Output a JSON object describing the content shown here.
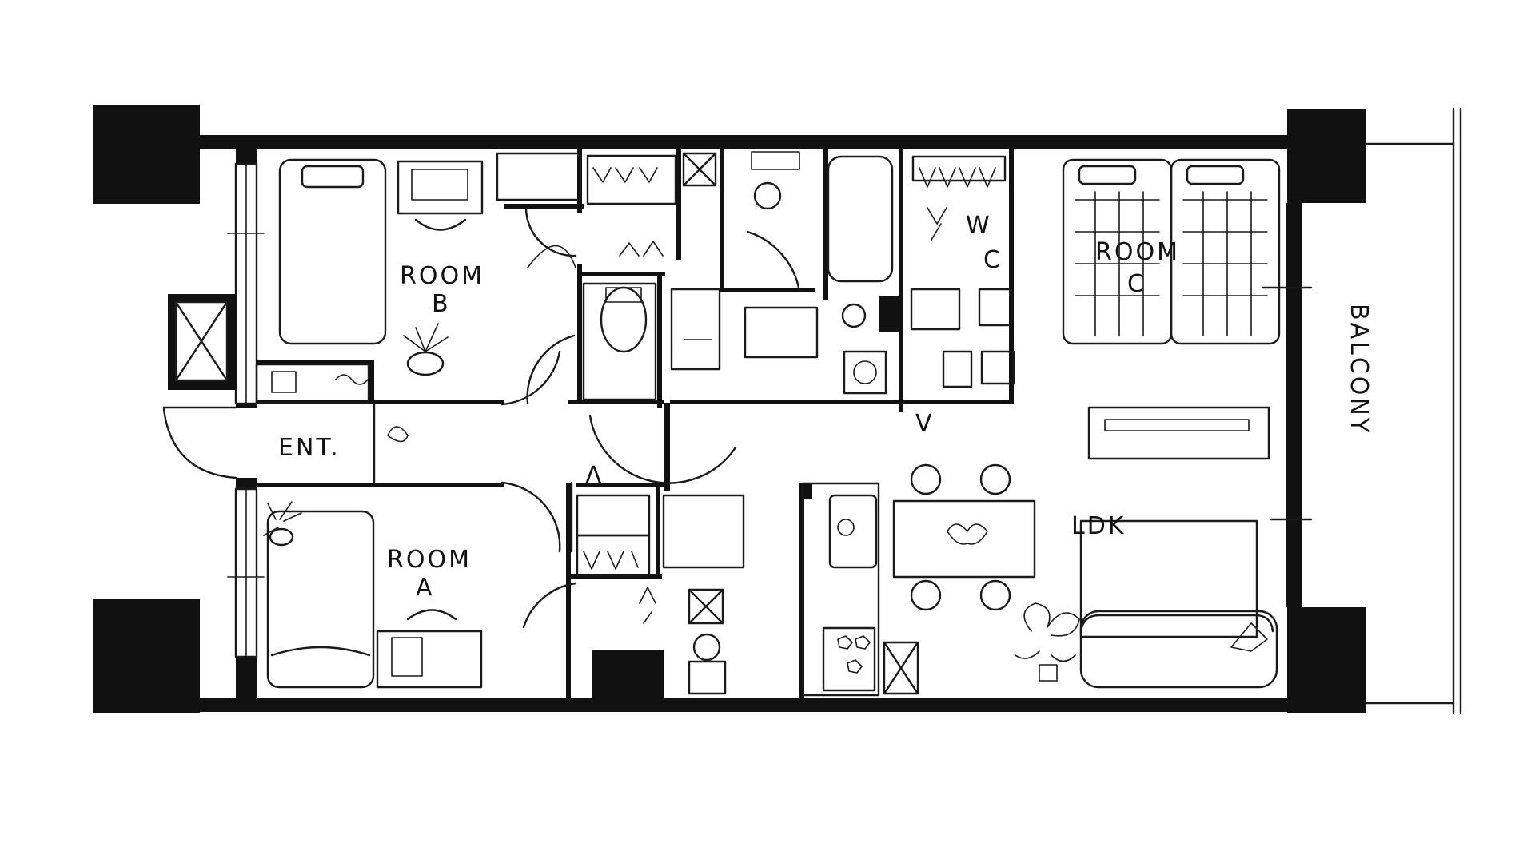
{
  "labels": {
    "room_b_line1": "ROOM",
    "room_b_line2": "B",
    "room_a_line1": "ROOM",
    "room_a_line2": "A",
    "room_c_line1": "ROOM",
    "room_c_line2": "C",
    "entrance": "ENT.",
    "walk_in_closet_w": "W",
    "walk_in_closet_c": "C",
    "ldk": "LDK",
    "balcony": "BALCONY",
    "arrow_up": "Λ",
    "arrow_down": "V"
  }
}
